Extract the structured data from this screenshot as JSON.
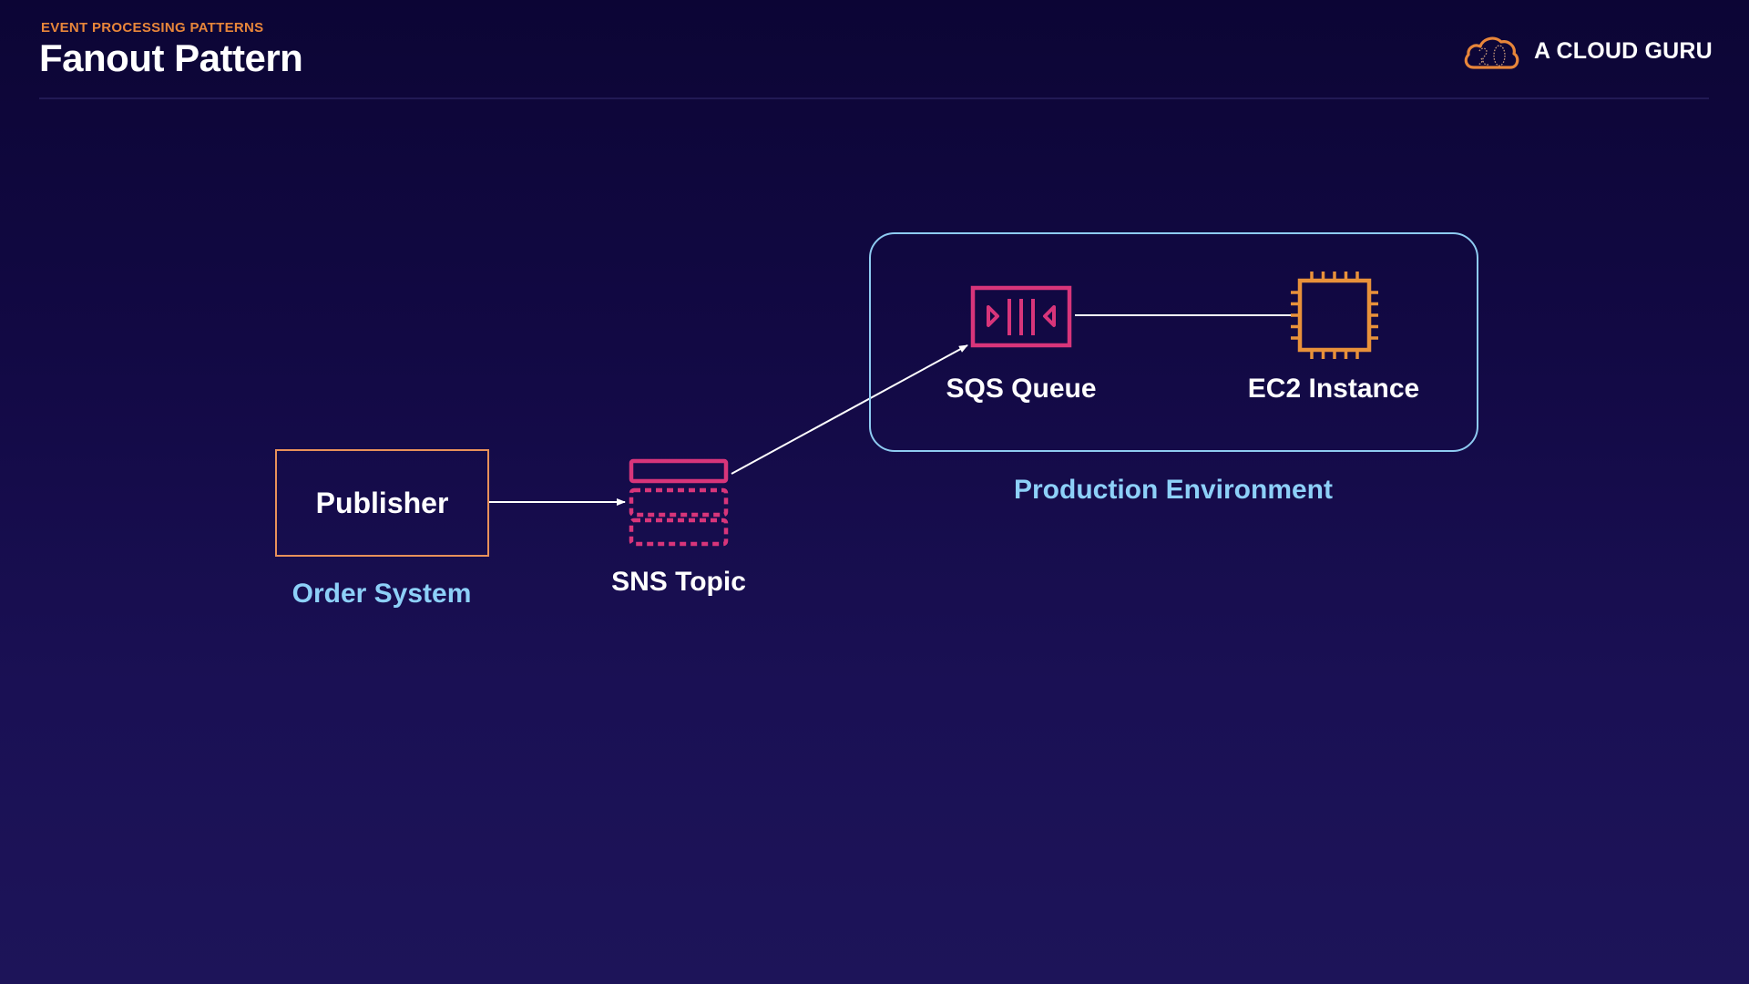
{
  "header": {
    "eyebrow": "EVENT PROCESSING PATTERNS",
    "title": "Fanout Pattern",
    "logo_text": "A CLOUD GURU",
    "logo_icon": "cloud-logo-icon"
  },
  "colors": {
    "accent_orange": "#e8863a",
    "sns_sqs_pink": "#d8357a",
    "ec2_orange": "#e8913a",
    "group_blue": "#8dd0f8",
    "connector": "#ffffff"
  },
  "diagram": {
    "nodes": [
      {
        "id": "publisher",
        "label": "Publisher",
        "group_label": "Order System",
        "icon": "box"
      },
      {
        "id": "sns",
        "label": "SNS Topic",
        "icon": "sns-topic-icon"
      },
      {
        "id": "sqs",
        "label": "SQS Queue",
        "icon": "sqs-queue-icon"
      },
      {
        "id": "ec2",
        "label": "EC2 Instance",
        "icon": "ec2-instance-icon"
      }
    ],
    "groups": [
      {
        "id": "production",
        "label": "Production Environment",
        "members": [
          "sqs",
          "ec2"
        ]
      }
    ],
    "edges": [
      {
        "from": "publisher",
        "to": "sns",
        "arrow": true
      },
      {
        "from": "sns",
        "to": "sqs",
        "arrow": true
      },
      {
        "from": "sqs",
        "to": "ec2",
        "arrow": false
      }
    ]
  }
}
